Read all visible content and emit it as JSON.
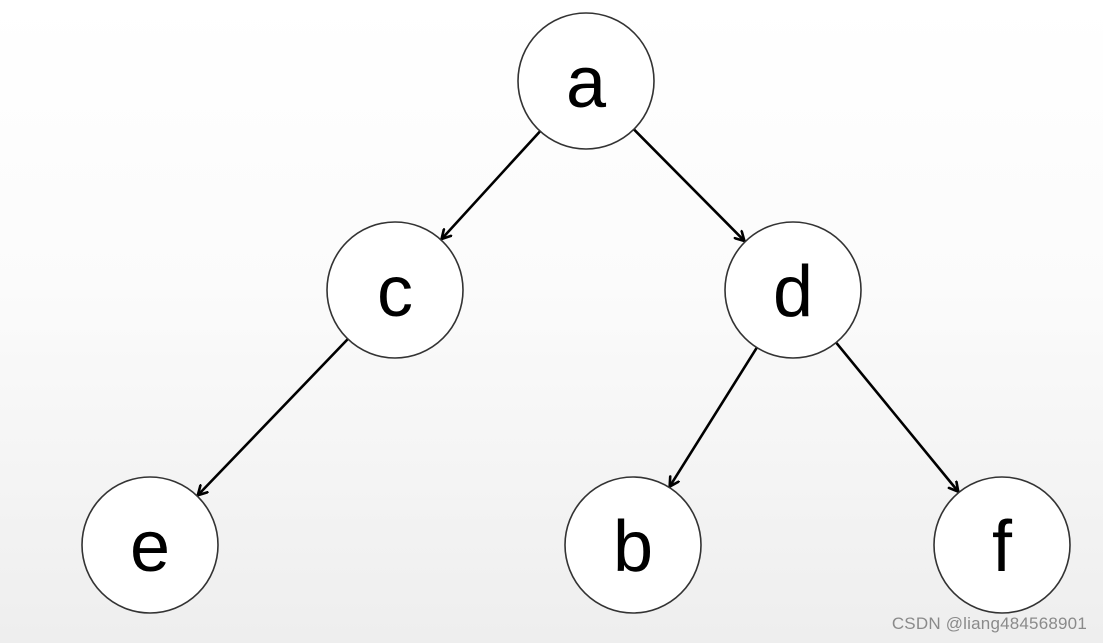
{
  "nodes": [
    {
      "id": "a",
      "label": "a"
    },
    {
      "id": "c",
      "label": "c"
    },
    {
      "id": "d",
      "label": "d"
    },
    {
      "id": "e",
      "label": "e"
    },
    {
      "id": "b",
      "label": "b"
    },
    {
      "id": "f",
      "label": "f"
    }
  ],
  "edges": [
    {
      "from": "a",
      "to": "c"
    },
    {
      "from": "a",
      "to": "d"
    },
    {
      "from": "c",
      "to": "e"
    },
    {
      "from": "d",
      "to": "b"
    },
    {
      "from": "d",
      "to": "f"
    }
  ],
  "watermark": "CSDN @liang484568901"
}
